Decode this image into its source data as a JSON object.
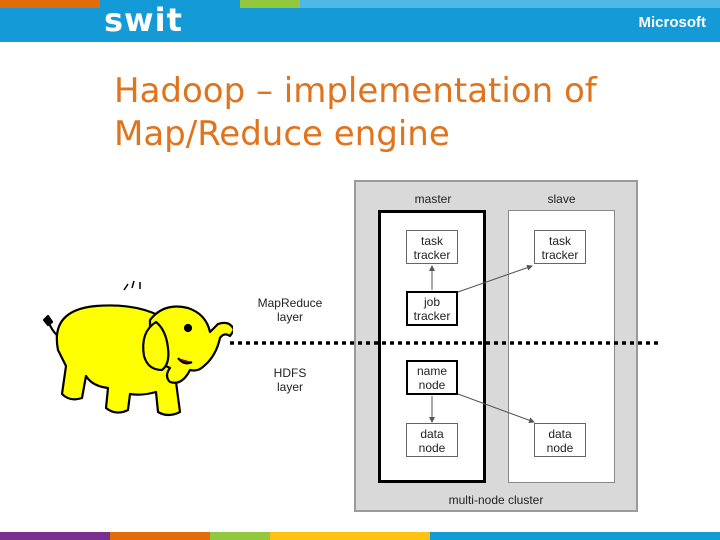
{
  "header": {
    "logo": "swit",
    "brand": "Microsoft",
    "colors": {
      "bar": "#149ad6",
      "stripes": [
        "#e26b0a",
        "#149ad6",
        "#92c83e",
        "#ffc20e",
        "#7a2f8f"
      ]
    }
  },
  "slide": {
    "title_line1": "Hadoop – implementation of",
    "title_line2": "Map/Reduce engine",
    "title_color": "#e0731c"
  },
  "diagram": {
    "mapreduce_label_1": "MapReduce",
    "mapreduce_label_2": "layer",
    "hdfs_label_1": "HDFS",
    "hdfs_label_2": "layer",
    "master": "master",
    "slave": "slave",
    "task_tracker_1": "task",
    "task_tracker_2": "tracker",
    "job_tracker_1": "job",
    "job_tracker_2": "tracker",
    "name_node_1": "name",
    "name_node_2": "node",
    "data_node_1": "data",
    "data_node_2": "node",
    "cluster": "multi-node cluster"
  },
  "mascot": "hadoop-elephant-icon"
}
